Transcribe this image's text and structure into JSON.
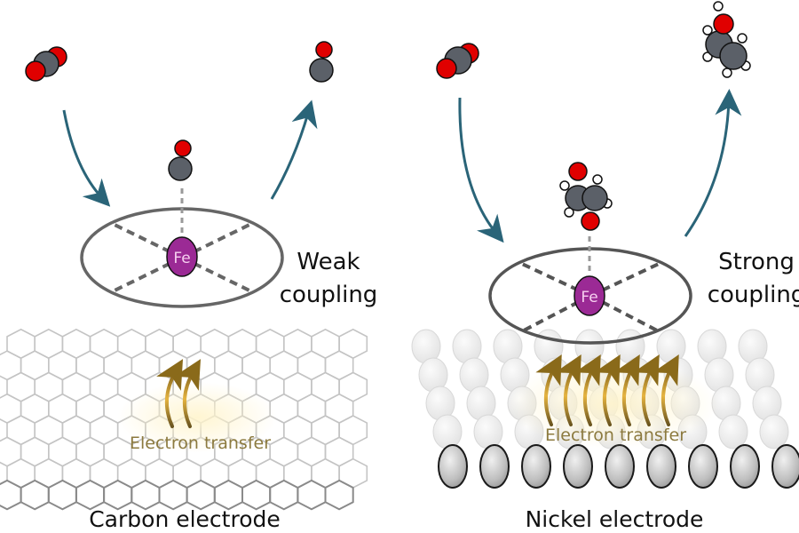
{
  "diagram": {
    "panels": [
      {
        "id": "carbon",
        "electrode_label": "Carbon electrode",
        "coupling_label_line1": "Weak",
        "coupling_label_line2": "coupling",
        "electron_transfer_label": "Electron transfer",
        "electron_arrow_count": 2,
        "center_atom": "Fe",
        "reactant": "CO2",
        "adsorbed_intermediate": "CO",
        "product": "CO"
      },
      {
        "id": "nickel",
        "electrode_label": "Nickel electrode",
        "coupling_label_line1": "Strong",
        "coupling_label_line2": "coupling",
        "electron_transfer_label": "Electron transfer",
        "electron_arrow_count": 7,
        "center_atom": "Fe",
        "reactant": "CO2",
        "adsorbed_intermediate": "C2 oxygenate (O-C-C-O with H)",
        "product": "C2 product (C-C-OH with H)"
      }
    ],
    "colors": {
      "oxygen": "#e00000",
      "carbon": "#5b6068",
      "hydrogen": "#ffffff",
      "iron": "#9b2a95",
      "arrow": "#2a6478",
      "ring": "#666666",
      "electron_arrow": "#c89a2a",
      "graphene": "#b8b8b8",
      "nickel_back": "#eeeeee",
      "nickel_front": "#bdbdbd"
    }
  }
}
